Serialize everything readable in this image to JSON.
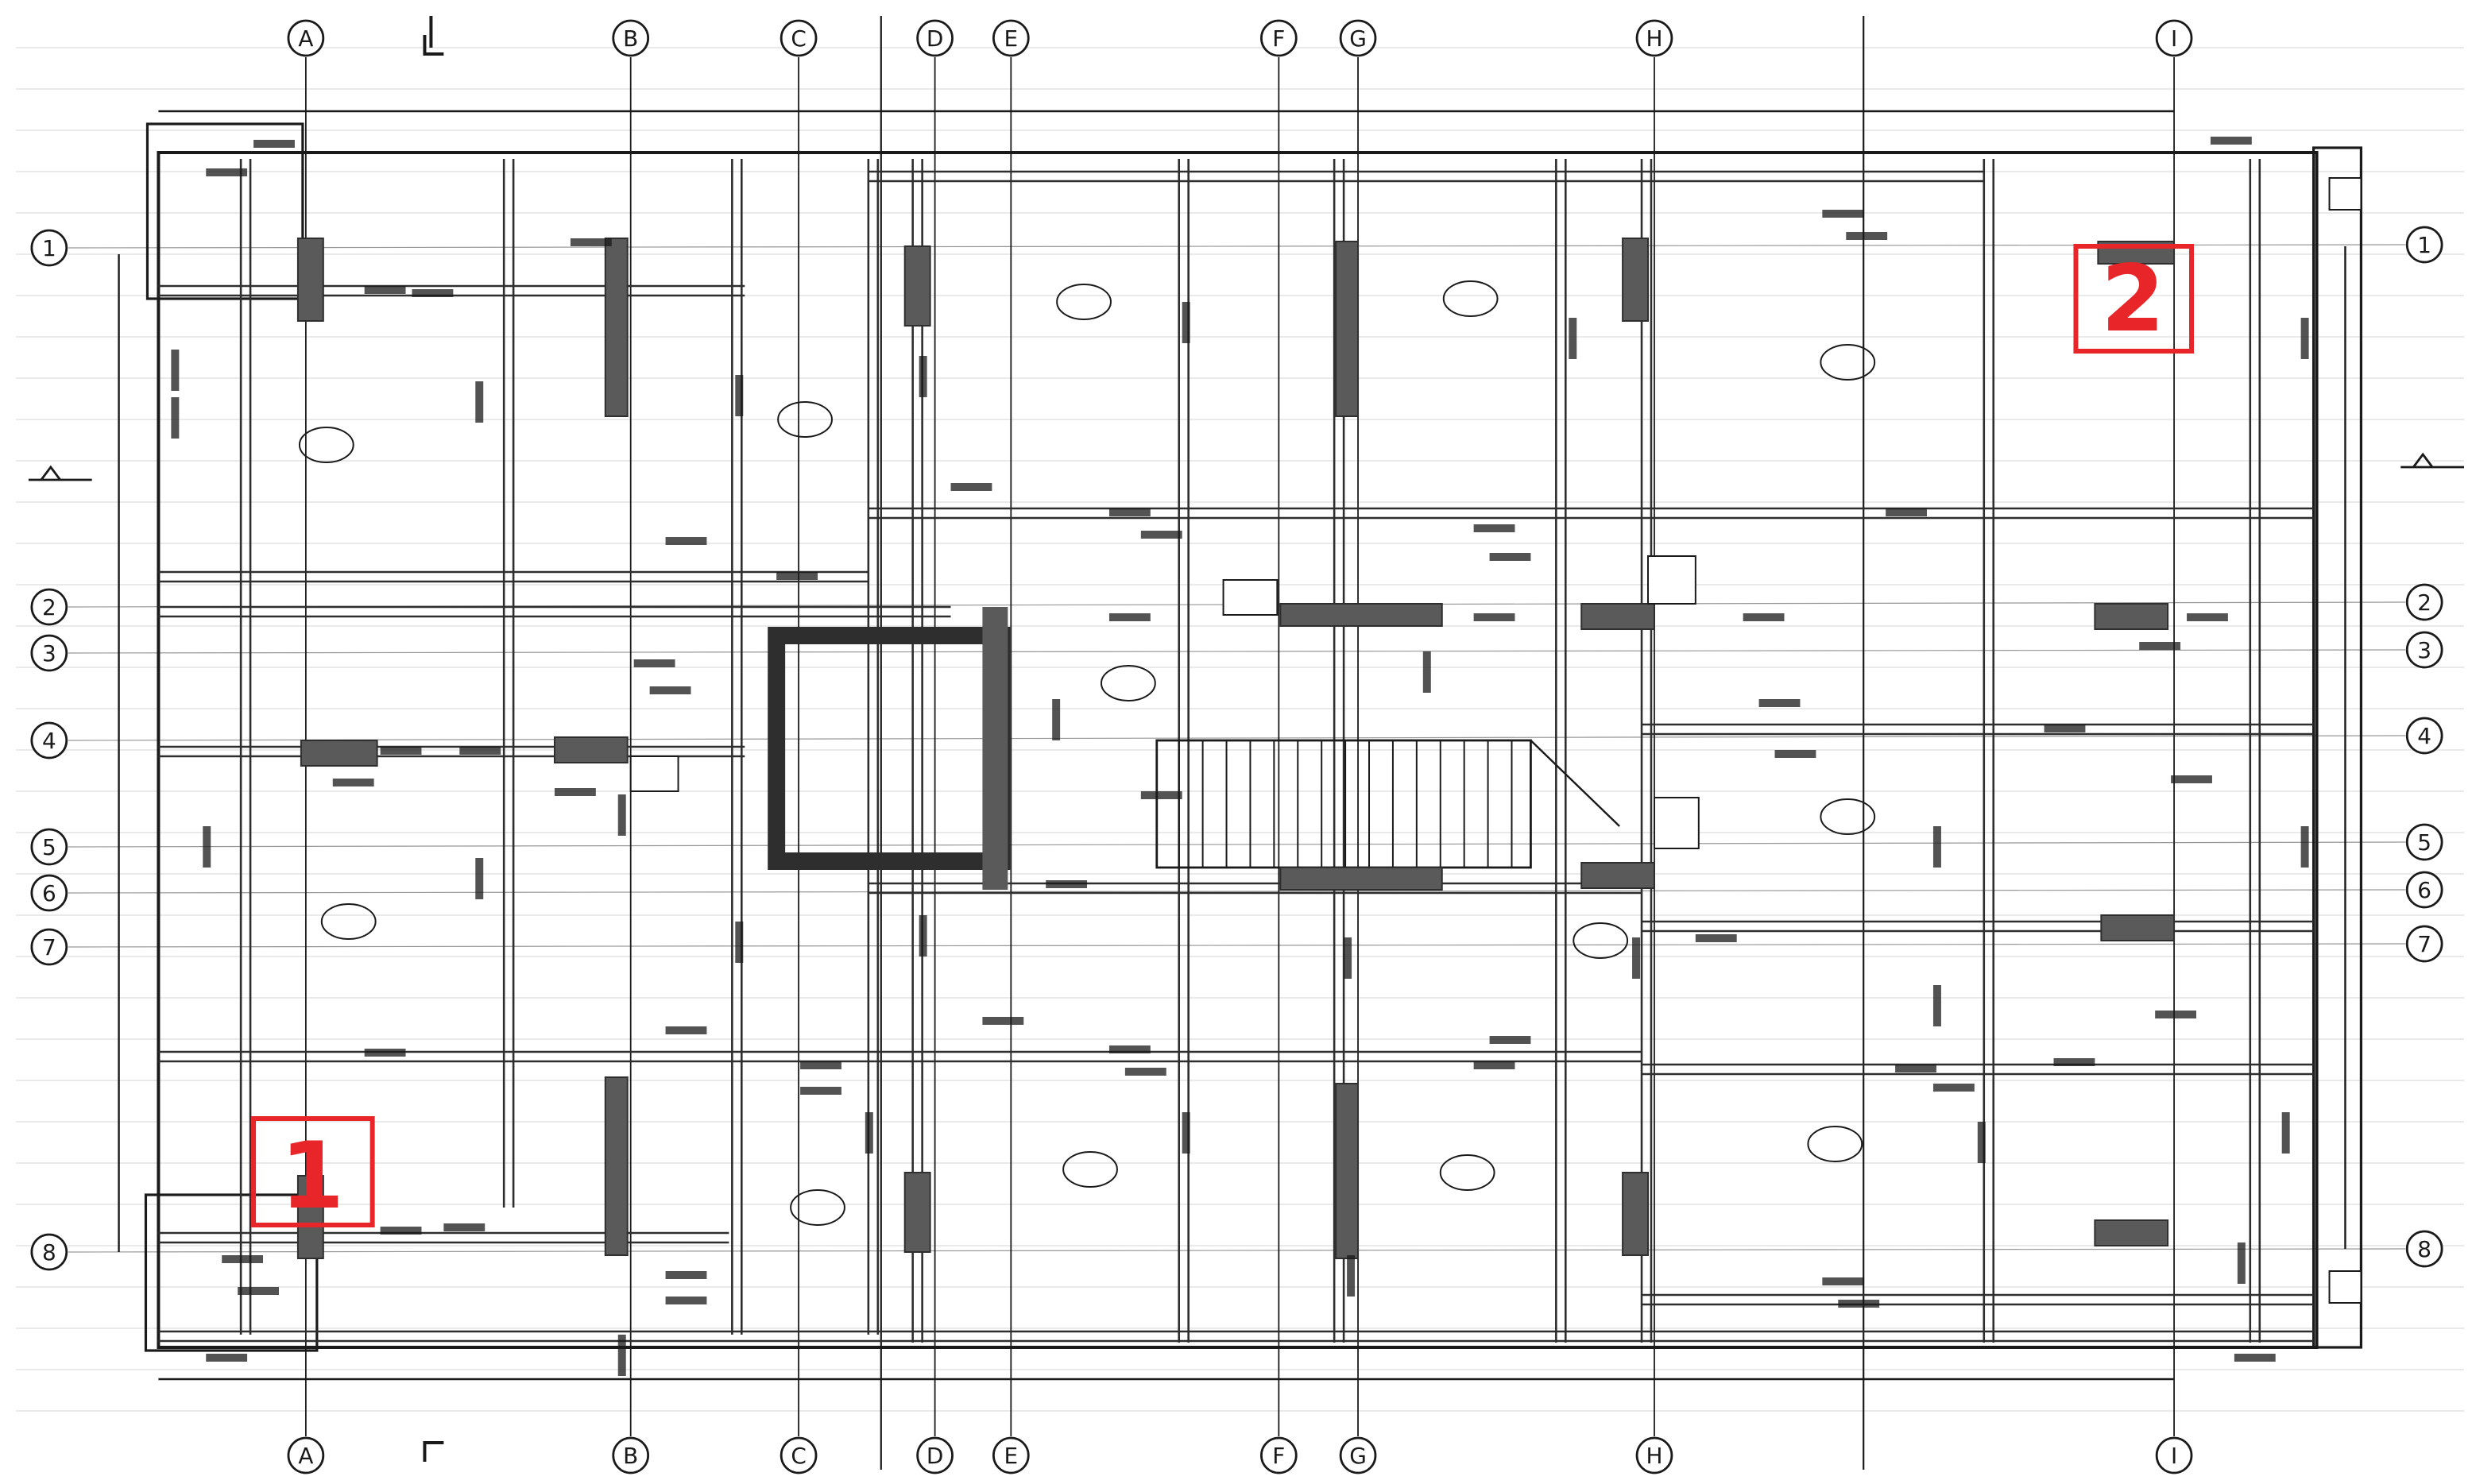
{
  "colors": {
    "line": "#1a1a1a",
    "wall": "#2e2e2e",
    "column": "#5a5a5a",
    "highlight": "#e8262a",
    "scan_stripe": "#e4e4e4"
  },
  "grid": {
    "columns_top": [
      "A",
      "B",
      "C",
      "D",
      "E",
      "F",
      "G",
      "H",
      "I"
    ],
    "columns_bottom": [
      "A",
      "B",
      "C",
      "D",
      "E",
      "F",
      "G",
      "H",
      "I"
    ],
    "rows_left": [
      "1",
      "2",
      "3",
      "4",
      "5",
      "6",
      "7",
      "8"
    ],
    "rows_right": [
      "1",
      "2",
      "3",
      "4",
      "5",
      "6",
      "7",
      "8"
    ]
  },
  "markers": [
    {
      "label": "1"
    },
    {
      "label": "2"
    }
  ]
}
